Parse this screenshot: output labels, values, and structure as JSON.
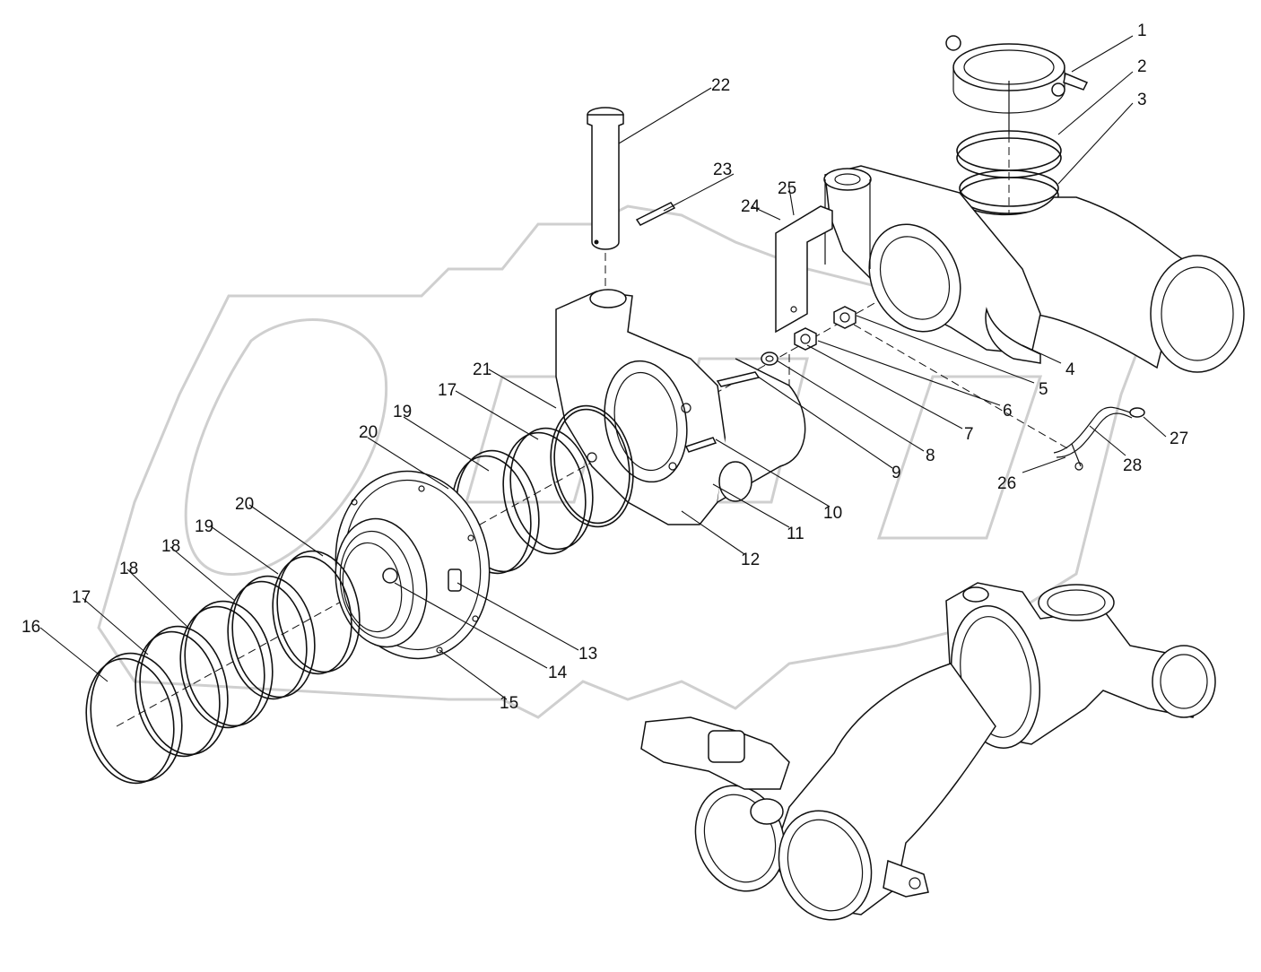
{
  "diagram": {
    "callouts": [
      "1",
      "2",
      "3",
      "4",
      "5",
      "6",
      "7",
      "8",
      "9",
      "10",
      "11",
      "12",
      "13",
      "14",
      "15",
      "16",
      "17",
      "17",
      "18",
      "18",
      "19",
      "19",
      "20",
      "20",
      "21",
      "22",
      "23",
      "24",
      "25",
      "26",
      "27",
      "28"
    ]
  }
}
